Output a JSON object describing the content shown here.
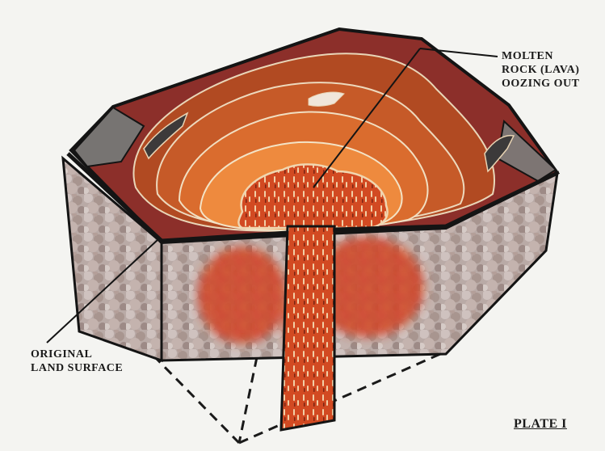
{
  "labels": {
    "molten": [
      "MOLTEN",
      "ROCK (LAVA)",
      "OOZING OUT"
    ],
    "original": [
      "ORIGINAL",
      "LAND SURFACE"
    ],
    "plate": "PLATE I"
  },
  "colors": {
    "background": "#f4f4f1",
    "lava_dark": "#a8441e",
    "lava_mid": "#c9542a",
    "lava_light": "#e6783a",
    "lava_pale": "#f3a055",
    "crust_maroon": "#8a2a28",
    "rock_grey": "#b9a8a3",
    "magma_red": "#d6402c",
    "outline": "#141414"
  }
}
